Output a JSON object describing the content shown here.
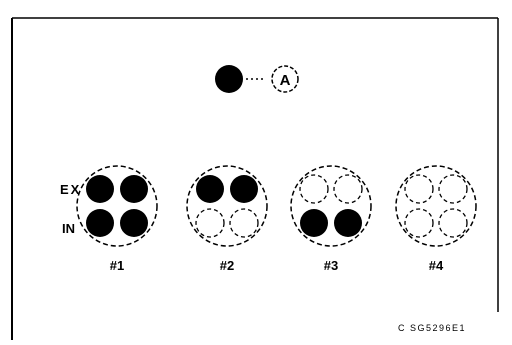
{
  "legend": {
    "marker_label": "A",
    "marker_fill": "#000000"
  },
  "row_labels": {
    "top": "EX",
    "bottom": "IN"
  },
  "groups": [
    {
      "label": "#1",
      "valves": [
        true,
        true,
        true,
        true
      ]
    },
    {
      "label": "#2",
      "valves": [
        true,
        true,
        false,
        false
      ]
    },
    {
      "label": "#3",
      "valves": [
        false,
        false,
        true,
        true
      ]
    },
    {
      "label": "#4",
      "valves": [
        false,
        false,
        false,
        false
      ]
    }
  ],
  "figure_code": "C SG5296E1"
}
